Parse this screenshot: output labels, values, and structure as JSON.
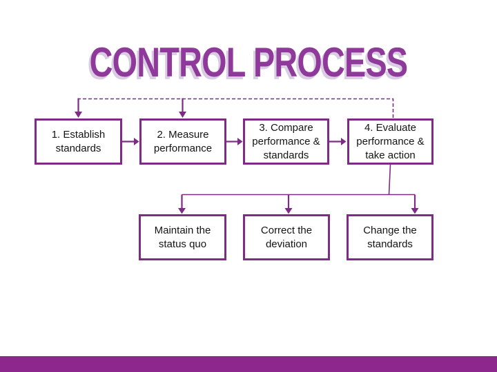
{
  "slide": {
    "title": "CONTROL PROCESS"
  },
  "colors": {
    "diagram_line": "#7d2b85",
    "title_text": "#8f3a9b",
    "title_shadow": "#d9cce3",
    "footer_bar": "#8e278d",
    "box_text": "#141414",
    "box_background": "#ffffff"
  },
  "flowchart": {
    "top_row": [
      {
        "label": "1. Establish standards"
      },
      {
        "label": "2. Measure performance"
      },
      {
        "label": "3. Compare performance & standards"
      },
      {
        "label": "4. Evaluate performance & take action"
      }
    ],
    "bottom_row": [
      {
        "label": "Maintain the status quo"
      },
      {
        "label": "Correct the deviation"
      },
      {
        "label": "Change the standards"
      }
    ]
  }
}
